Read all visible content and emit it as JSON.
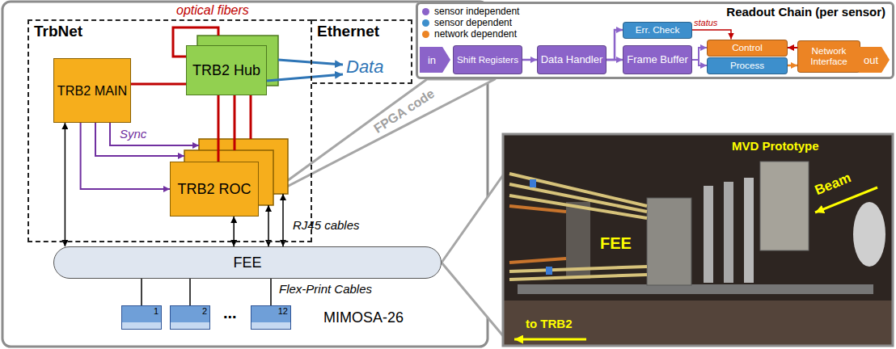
{
  "diagram": {
    "nodes": [
      {
        "text": [
          "TrbNet"
        ]
      },
      {
        "text": [
          "TRB2 MAIN"
        ],
        "in": 0
      },
      {
        "text": [
          "TRB2 Hub"
        ],
        "in": 0
      },
      {
        "text": [
          "TRB2 ROC"
        ],
        "in": 0
      },
      {
        "text": [
          "Ethernet"
        ]
      },
      {
        "text": [
          "FEE"
        ]
      },
      {
        "text": [
          "1"
        ]
      },
      {
        "text": [
          "2"
        ]
      },
      {
        "text": [
          "12"
        ]
      },
      {
        "text": [
          "Readout Chain (per sensor)"
        ]
      },
      {
        "text": [
          "in"
        ],
        "in": 9
      },
      {
        "text": [
          "Shift Registers"
        ],
        "in": 9
      },
      {
        "text": [
          "Data Handler"
        ],
        "in": 9
      },
      {
        "text": [
          "Err. Check"
        ],
        "in": 9
      },
      {
        "text": [
          "Frame Buffer"
        ],
        "in": 9
      },
      {
        "text": [
          "Control"
        ],
        "in": 9
      },
      {
        "text": [
          "Process"
        ],
        "in": 9
      },
      {
        "text": [
          "Network Interface"
        ],
        "in": 9
      },
      {
        "text": [
          "out"
        ],
        "in": 9
      }
    ],
    "edges": [
      {
        "from": 1,
        "to": 2,
        "arrow": "none"
      },
      {
        "from": 2,
        "to": 3,
        "arrow": "none"
      },
      {
        "from": 1,
        "to": 3,
        "arrow": "to",
        "label": "Sync"
      },
      {
        "from": 1,
        "to": 5,
        "arrow": "both"
      },
      {
        "from": 3,
        "to": 5,
        "arrow": "both"
      },
      {
        "from": 5,
        "to": 6,
        "arrow": "none"
      },
      {
        "from": 5,
        "to": 7,
        "arrow": "none"
      },
      {
        "from": 5,
        "to": 8,
        "arrow": "none"
      },
      {
        "from": 11,
        "to": 12,
        "arrow": "to"
      },
      {
        "from": 12,
        "to": 13,
        "arrow": "to"
      },
      {
        "from": 12,
        "to": 14,
        "arrow": "to"
      },
      {
        "from": 13,
        "to": 15,
        "arrow": "to",
        "label": "status"
      },
      {
        "from": 14,
        "to": 15,
        "arrow": "to"
      },
      {
        "from": 14,
        "to": 16,
        "arrow": "to"
      },
      {
        "from": 16,
        "to": 17,
        "arrow": "to"
      },
      {
        "from": 17,
        "to": 15,
        "arrow": "to"
      }
    ],
    "labels": [
      "optical fibers",
      "Data",
      "RJ45 cables",
      "Flex-Print Cables",
      "...",
      "MIMOSA-26",
      "FPGA code",
      "MVD Prototype",
      "Beam",
      "FEE",
      "to TRB2"
    ],
    "legend": [
      {
        "text": "sensor independent",
        "color": "#8b63c9"
      },
      {
        "text": "sensor dependent",
        "color": "#3d8fcc"
      },
      {
        "text": "network dependent",
        "color": "#ec8424"
      }
    ]
  }
}
